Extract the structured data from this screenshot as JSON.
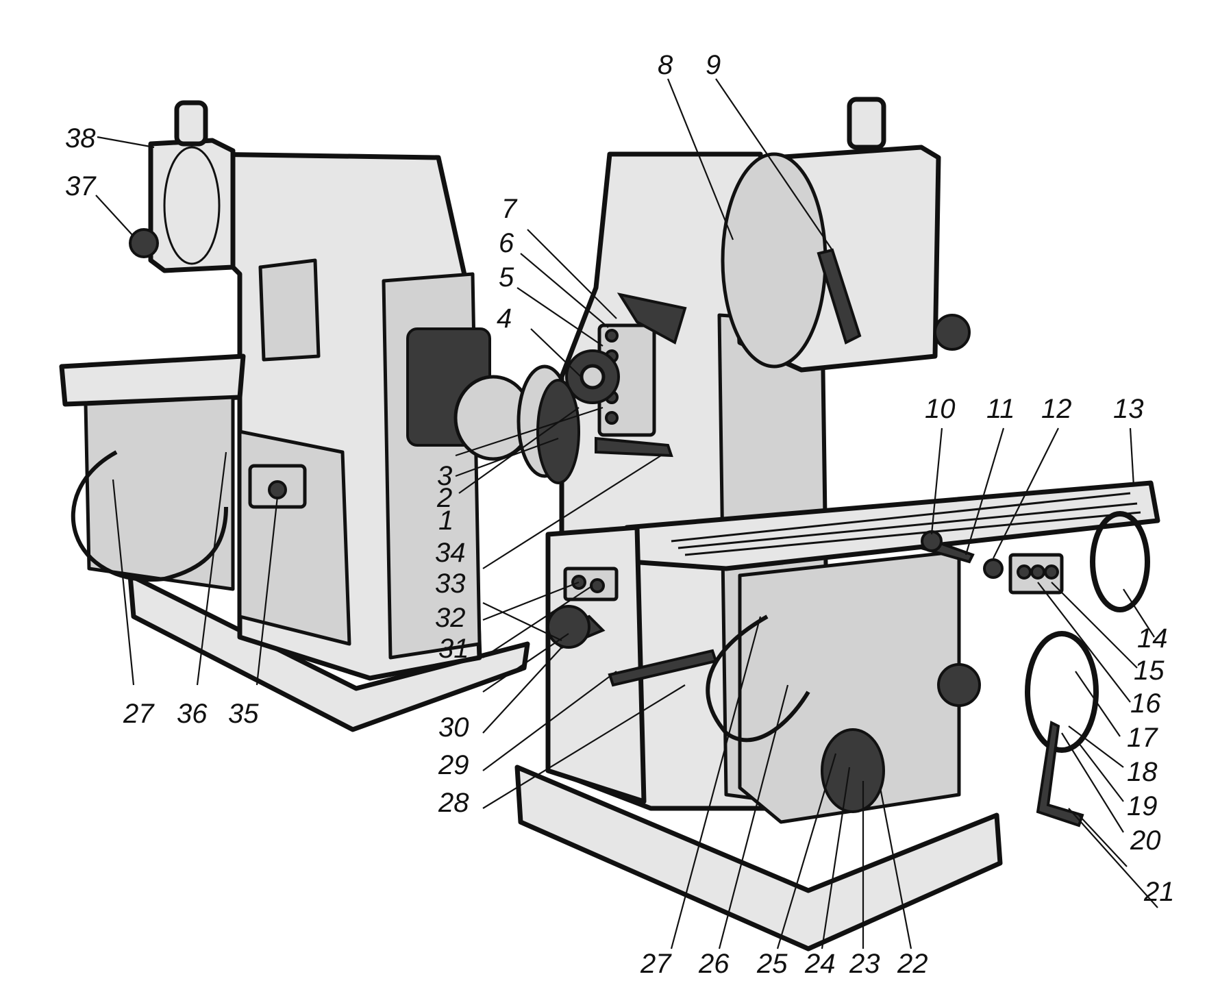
{
  "labels": [
    "1",
    "2",
    "3",
    "4",
    "5",
    "6",
    "7",
    "8",
    "9",
    "10",
    "11",
    "12",
    "13",
    "14",
    "15",
    "16",
    "17",
    "18",
    "19",
    "20",
    "21",
    "22",
    "23",
    "24",
    "25",
    "26",
    "27",
    "28",
    "29",
    "30",
    "31",
    "32",
    "33",
    "34",
    "35",
    "36",
    "37",
    "38"
  ],
  "left_view_labels": [
    "38",
    "37",
    "27",
    "36",
    "35"
  ],
  "colors": {
    "ink": "#111111",
    "metal_light": "#e6e6e6",
    "metal_mid": "#d2d2d2",
    "metal_dark": "#3a3a3a",
    "paper": "#ffffff"
  }
}
